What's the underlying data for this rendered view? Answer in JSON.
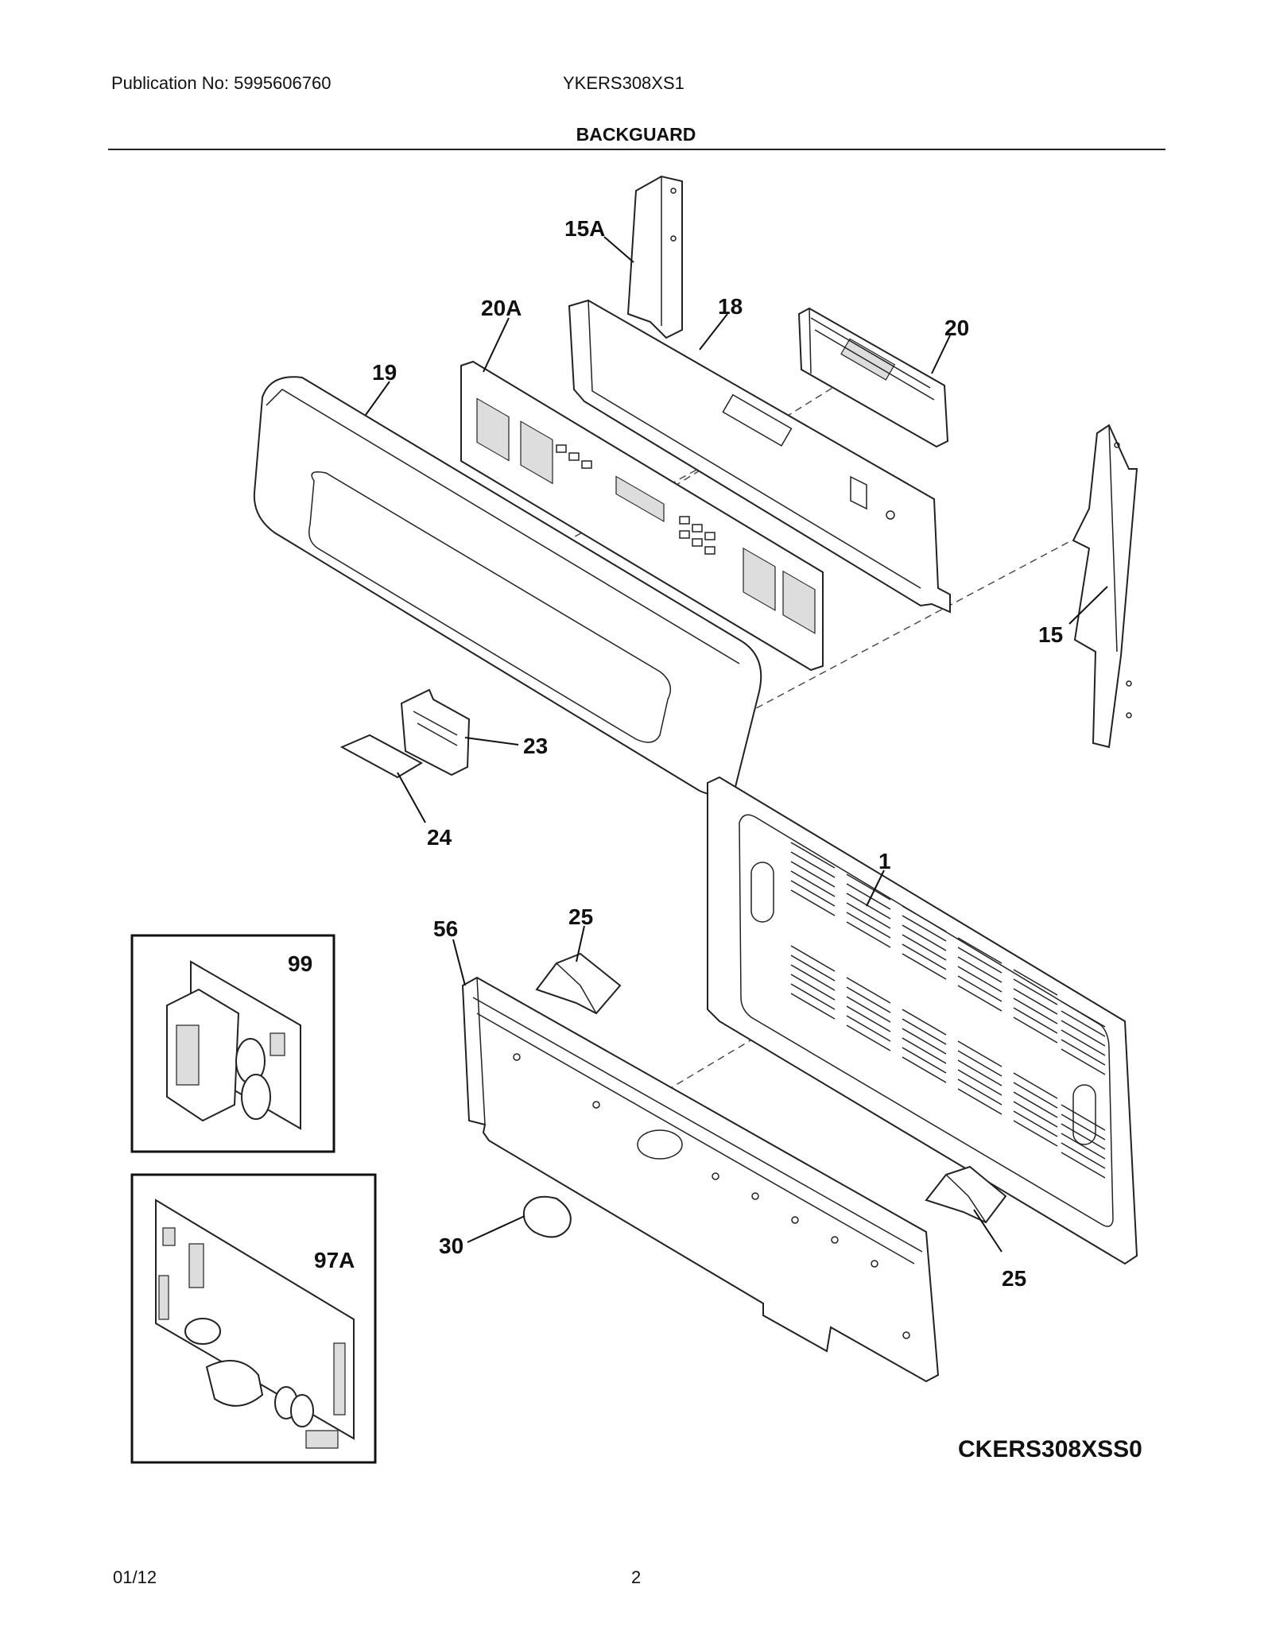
{
  "header": {
    "publication": "Publication No: 5995606760",
    "model": "YKERS308XS1",
    "section_title": "BACKGUARD"
  },
  "diagram": {
    "callouts": {
      "p15A": "15A",
      "p20A": "20A",
      "p18": "18",
      "p20": "20",
      "p19": "19",
      "p15": "15",
      "p23": "23",
      "p24": "24",
      "p1": "1",
      "p56": "56",
      "p25a": "25",
      "p99": "99",
      "p97A": "97A",
      "p30": "30",
      "p25b": "25"
    },
    "diagram_code": "CKERS308XSS0"
  },
  "footer": {
    "date": "01/12",
    "page": "2"
  }
}
